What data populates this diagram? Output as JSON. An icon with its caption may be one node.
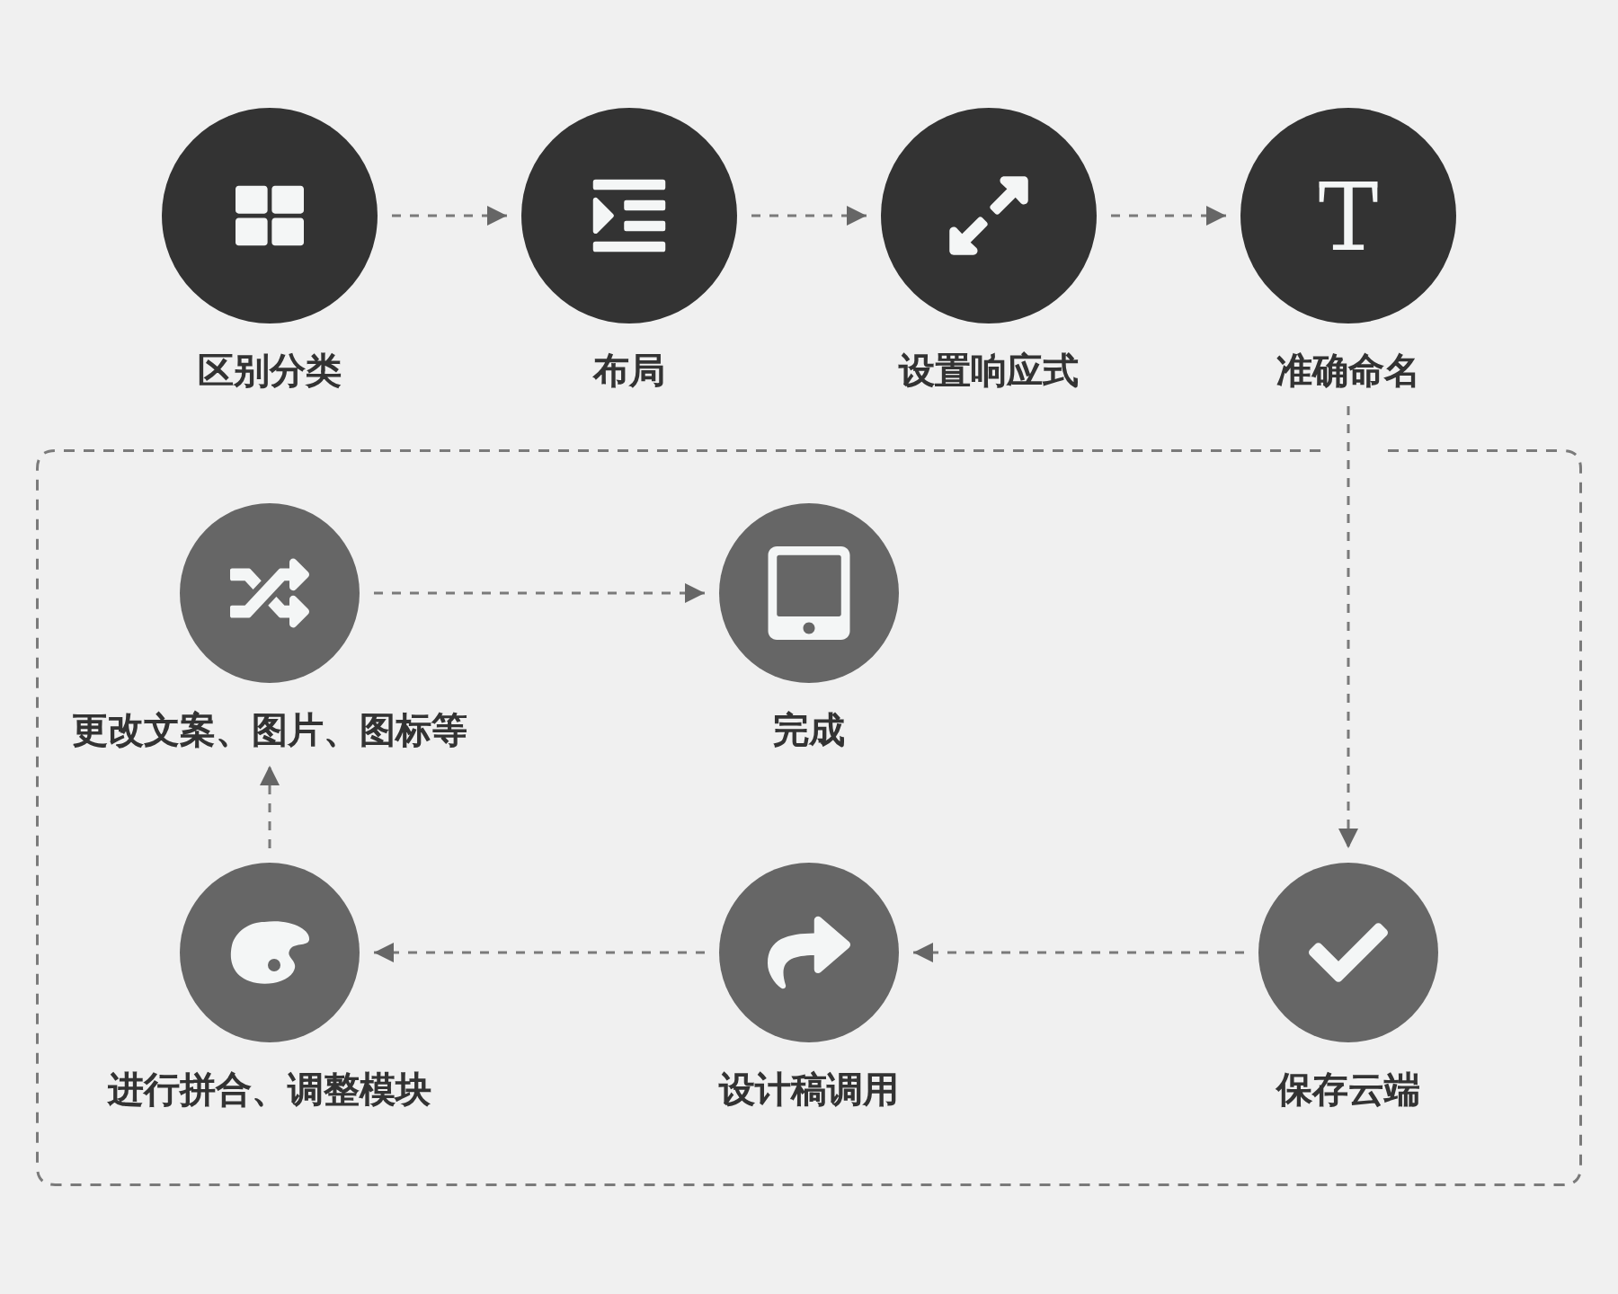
{
  "diagram": {
    "nodes": [
      {
        "text": [
          "区别分类"
        ]
      },
      {
        "text": [
          "布局"
        ]
      },
      {
        "text": [
          "设置响应式"
        ]
      },
      {
        "text": [
          "准确命名"
        ]
      },
      {
        "text": [],
        "shape": "box"
      },
      {
        "text": [
          "更改文案、图片、图标等"
        ],
        "in": 4
      },
      {
        "text": [
          "完成"
        ],
        "in": 4
      },
      {
        "text": [
          "进行拼合、调整模块"
        ],
        "in": 4
      },
      {
        "text": [
          "设计稿调用"
        ],
        "in": 4
      },
      {
        "text": [
          "保存云端"
        ],
        "in": 4
      }
    ],
    "edges": [
      {
        "from": 0,
        "to": 1,
        "arrow": "to",
        "style": "dashed"
      },
      {
        "from": 1,
        "to": 2,
        "arrow": "to",
        "style": "dashed"
      },
      {
        "from": 2,
        "to": 3,
        "arrow": "to",
        "style": "dashed"
      },
      {
        "from": 3,
        "to": 9,
        "arrow": "to",
        "style": "dashed"
      },
      {
        "from": 9,
        "to": 8,
        "arrow": "to",
        "style": "dashed"
      },
      {
        "from": 8,
        "to": 7,
        "arrow": "to",
        "style": "dashed"
      },
      {
        "from": 7,
        "to": 5,
        "arrow": "to",
        "style": "dashed"
      },
      {
        "from": 5,
        "to": 6,
        "arrow": "to",
        "style": "dashed"
      }
    ]
  }
}
